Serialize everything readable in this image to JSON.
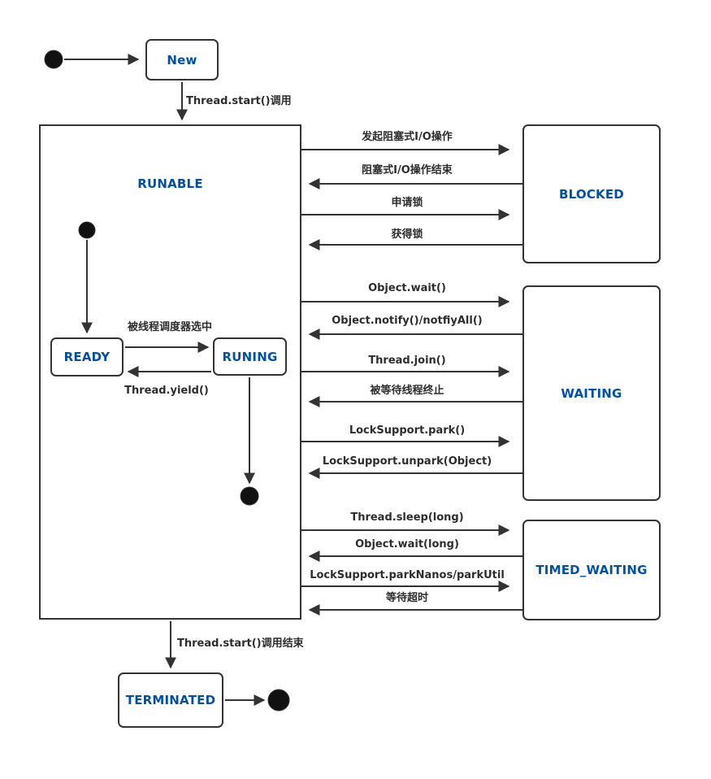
{
  "colors": {
    "line": "#333333",
    "state_text": "#00509f",
    "label_text": "#2d2d2d",
    "background": "#ffffff"
  },
  "states": {
    "new": "New",
    "runnable": "RUNABLE",
    "ready": "READY",
    "running": "RUNING",
    "blocked": "BLOCKED",
    "waiting": "WAITING",
    "timed_waiting": "TIMED_WAITING",
    "terminated": "TERMINATED"
  },
  "transitions": {
    "thread_start": "Thread.start()调用",
    "scheduler_select": "被线程调度器选中",
    "thread_yield": "Thread.yield()",
    "io_block": "发起阻塞式I/O操作",
    "io_done": "阻塞式I/O操作结束",
    "lock_request": "申请锁",
    "lock_acquire": "获得锁",
    "object_wait": "Object.wait()",
    "object_notify": "Object.notify()/notfiyAll()",
    "thread_join": "Thread.join()",
    "awaited_thread_end": "被等待线程终止",
    "locksupport_park": "LockSupport.park()",
    "locksupport_unpark": "LockSupport.unpark(Object)",
    "thread_sleep": "Thread.sleep(long)",
    "object_wait_long": "Object.wait(long)",
    "locksupport_parknanos": "LockSupport.parkNanos/parkUtil",
    "wait_timeout": "等待超时",
    "thread_start_end": "Thread.start()调用结束"
  }
}
